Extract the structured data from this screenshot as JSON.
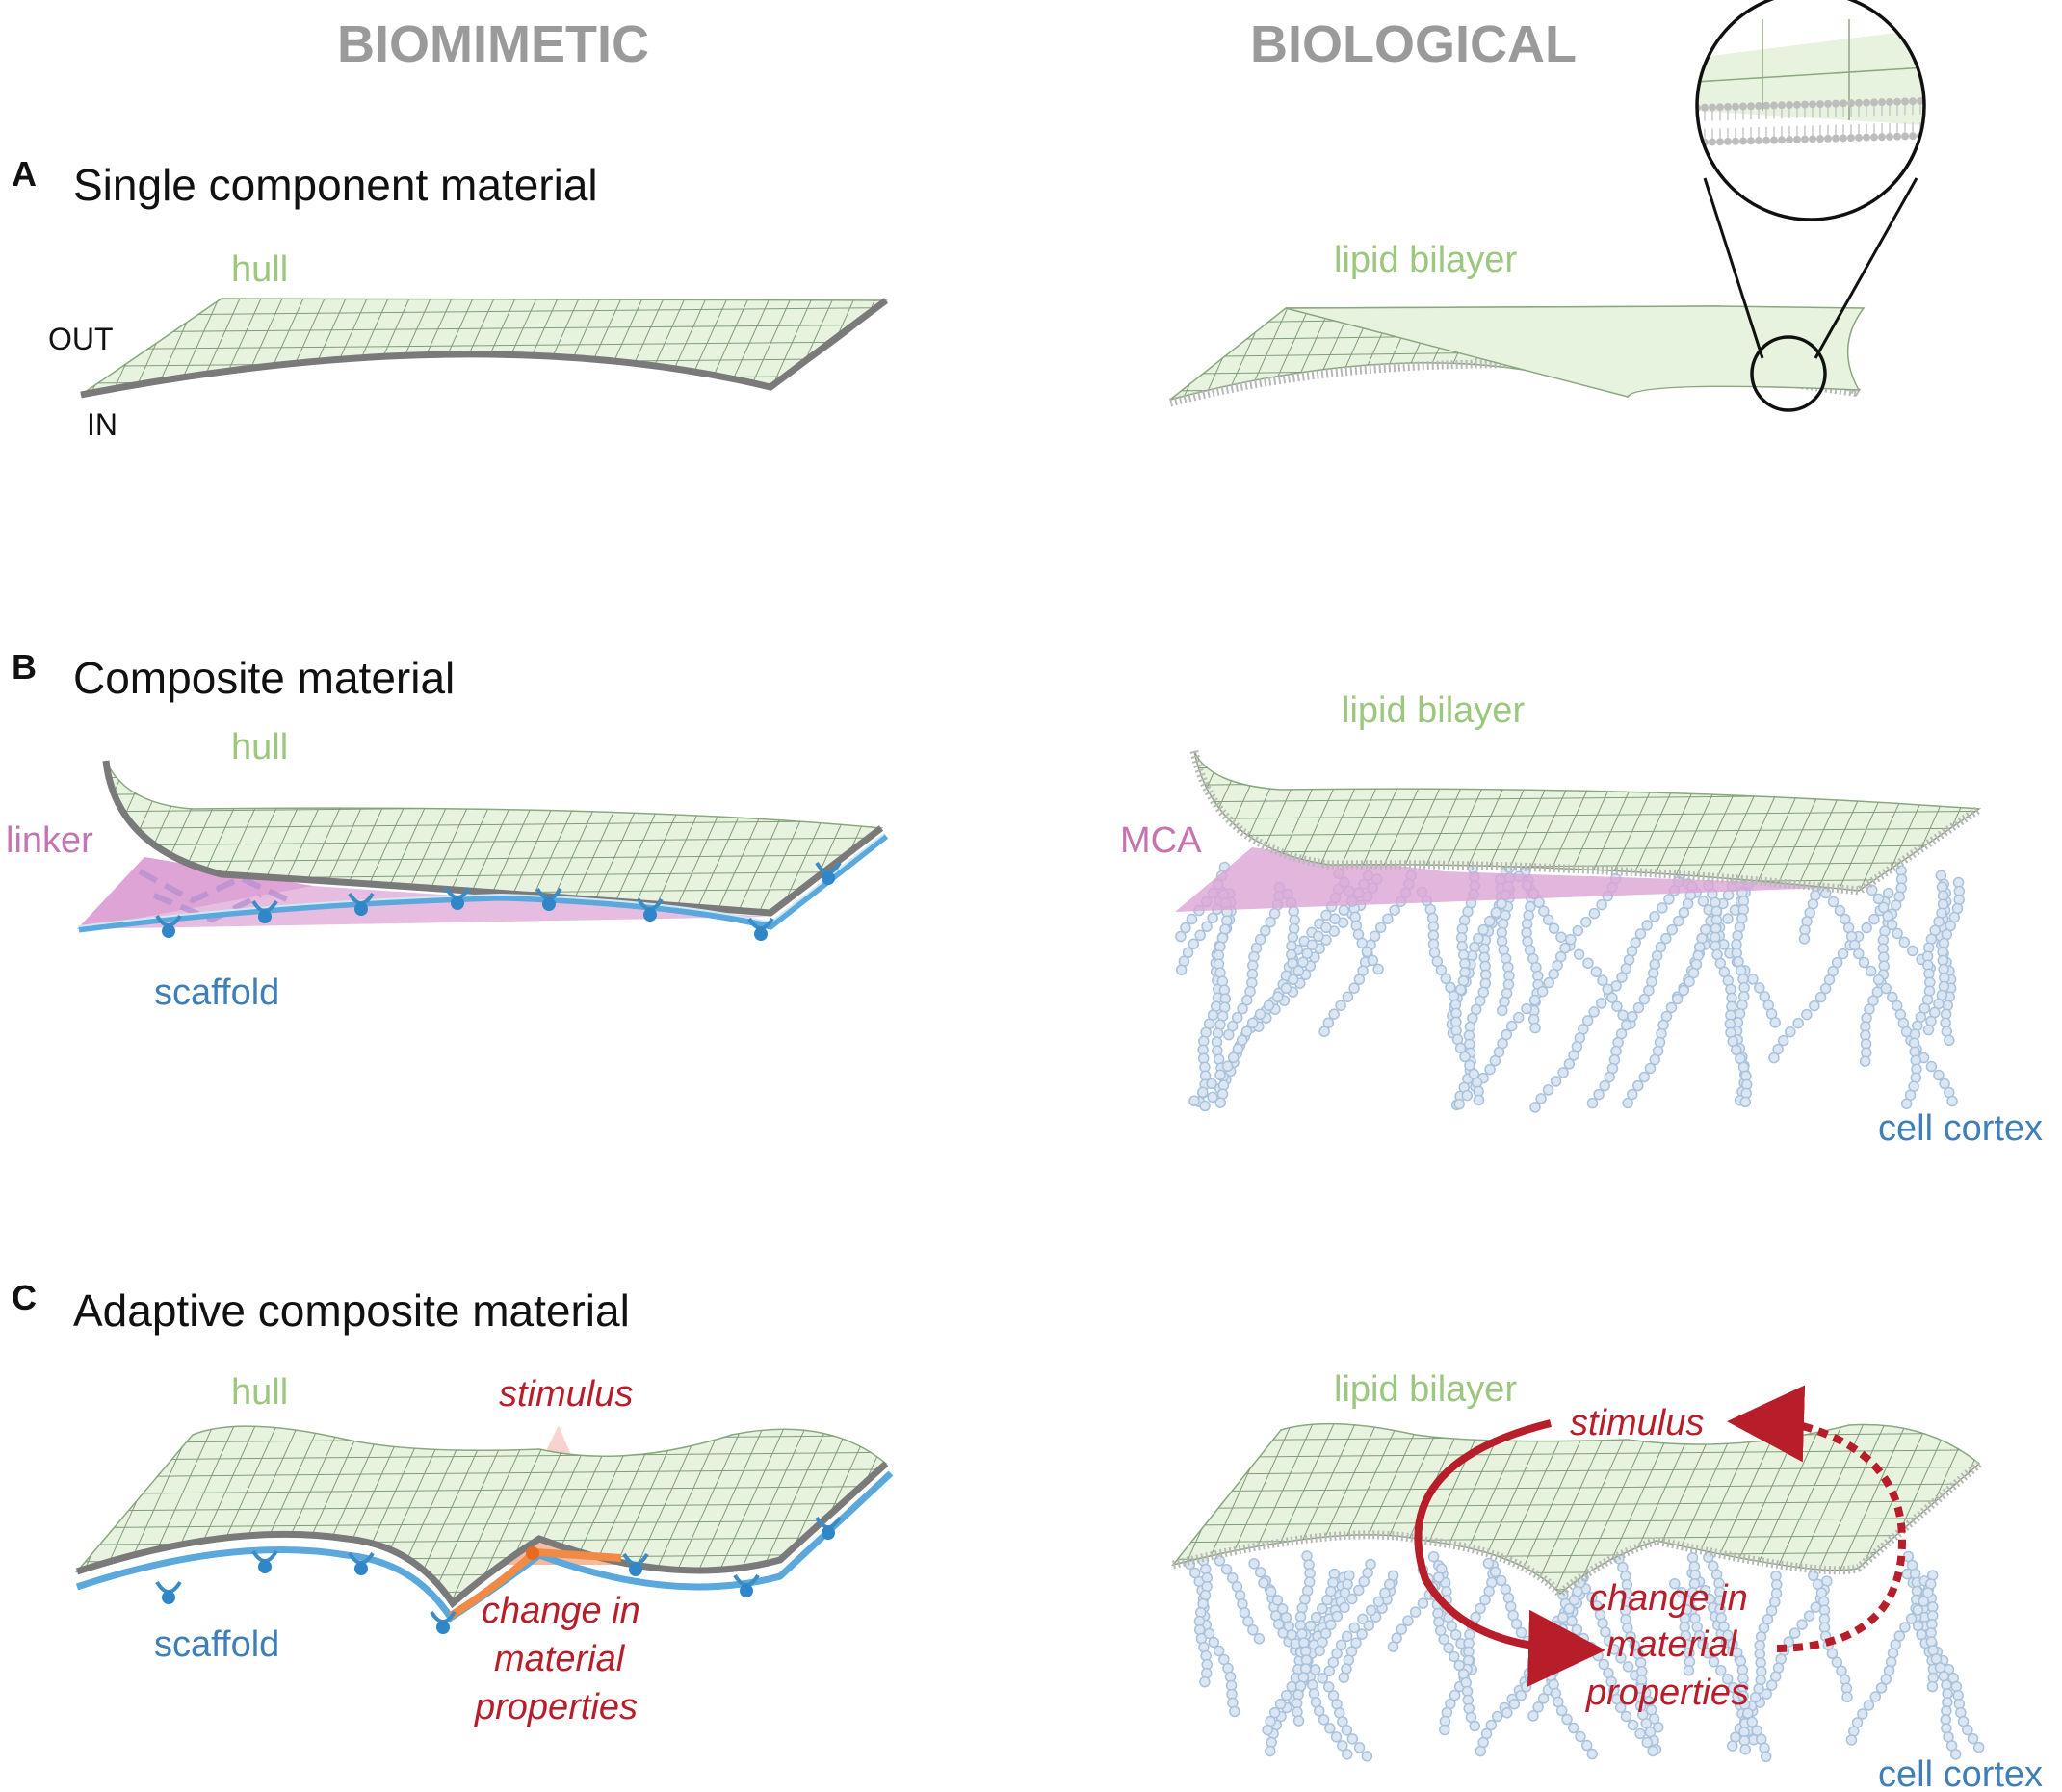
{
  "columns": {
    "left": "BIOMIMETIC",
    "right": "BIOLOGICAL"
  },
  "panels": [
    {
      "letter": "A",
      "title": "Single component material"
    },
    {
      "letter": "B",
      "title": "Composite material"
    },
    {
      "letter": "C",
      "title": "Adaptive composite material"
    }
  ],
  "labels": {
    "hull": "hull",
    "out": "OUT",
    "in": "IN",
    "lipid_bilayer": "lipid bilayer",
    "linker": "linker",
    "scaffold": "scaffold",
    "mca": "MCA",
    "cell_cortex": "cell cortex",
    "stimulus": "stimulus",
    "change_line1": "change in",
    "change_line2": "material",
    "change_line3": "properties"
  },
  "colors": {
    "membrane_fill": "#e8f3df",
    "grid": "#6f8f6a",
    "edge": "#7a7a7a",
    "scaffold": "#5aa8dc",
    "linker": "#d9a3d3",
    "actin": "#a9c2dc",
    "stimulus": "#b81d2a"
  }
}
